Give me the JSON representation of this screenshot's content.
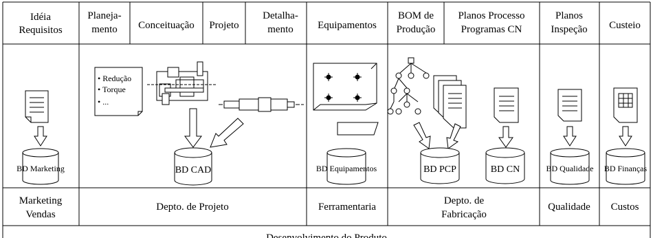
{
  "headers": {
    "ideia": [
      "Idéia",
      "Requisitos"
    ],
    "planejamento": [
      "Planeja-",
      "mento"
    ],
    "conceituacao": "Conceituação",
    "projeto": "Projeto",
    "detalhamento": [
      "Detalha-",
      "mento"
    ],
    "equipamentos": "Equipamentos",
    "bom": [
      "BOM de",
      "Produção"
    ],
    "planos_processo": [
      "Planos Processo",
      "Programas CN"
    ],
    "planos_inspecao": [
      "Planos",
      "Inspeção"
    ],
    "custeio": "Custeio"
  },
  "databases": {
    "marketing": "BD Marketing",
    "cad": "BD CAD",
    "equipamentos": "BD Equipamentos",
    "pcp": "BD PCP",
    "cn": "BD CN",
    "qualidade": "BD Qualidade",
    "financas": "BD Finanças"
  },
  "note": {
    "bullets": [
      "• Redução",
      "• Torque",
      "• ..."
    ]
  },
  "departments": {
    "marketing": [
      "Marketing",
      "Vendas"
    ],
    "projeto": "Depto. de Projeto",
    "ferramentaria": "Ferramentaria",
    "fabricacao": [
      "Depto. de",
      "Fabricação"
    ],
    "qualidade": "Qualidade",
    "custos": "Custos"
  },
  "footer": "Desenvolvimento do Produto"
}
